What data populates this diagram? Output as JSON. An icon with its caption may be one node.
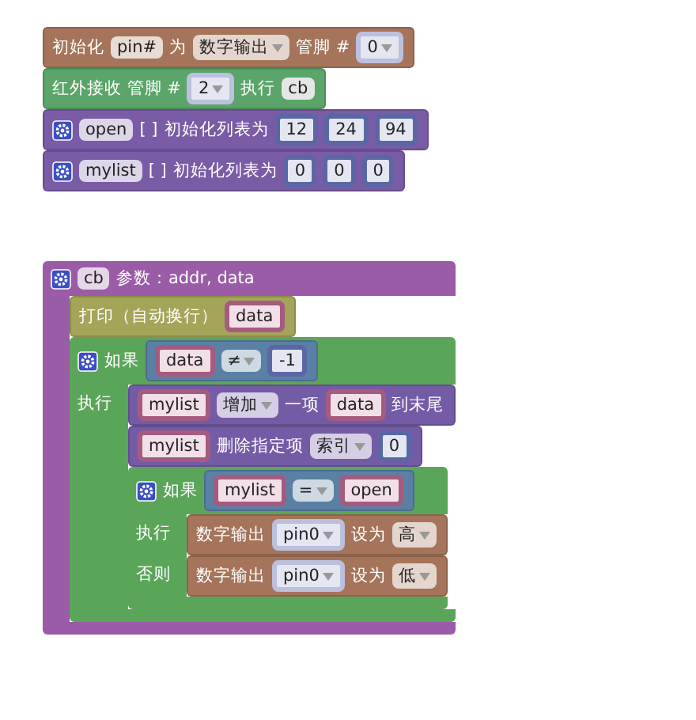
{
  "diagram": {
    "nodes": [
      {
        "text": [
          "初始化",
          "为",
          "管脚 #"
        ]
      },
      {
        "text": [
          "pin#"
        ],
        "in": 0
      },
      {
        "text": [
          "数字输出"
        ],
        "in": 0
      },
      {
        "text": [
          "0"
        ],
        "in": 0
      },
      {
        "text": [
          "红外接收 管脚 #",
          "执行"
        ]
      },
      {
        "text": [
          "2"
        ],
        "in": 4
      },
      {
        "text": [
          "cb"
        ],
        "in": 4
      },
      {
        "text": [
          "[ ]",
          "初始化列表为"
        ]
      },
      {
        "text": [
          "open"
        ],
        "in": 7
      },
      {
        "text": [
          "12"
        ],
        "in": 7
      },
      {
        "text": [
          "24"
        ],
        "in": 7
      },
      {
        "text": [
          "94"
        ],
        "in": 7
      },
      {
        "text": [
          "[ ]",
          "初始化列表为"
        ]
      },
      {
        "text": [
          "mylist"
        ],
        "in": 12
      },
      {
        "text": [
          "0"
        ],
        "in": 12
      },
      {
        "text": [
          "0"
        ],
        "in": 12
      },
      {
        "text": [
          "0"
        ],
        "in": 12
      },
      {
        "text": [
          "参数：addr, data"
        ]
      },
      {
        "text": [
          "cb"
        ],
        "in": 17
      },
      {
        "text": [
          "打印（自动换行）"
        ],
        "in": 17
      },
      {
        "text": [
          "data"
        ],
        "in": 19
      },
      {
        "text": [
          "如果",
          "执行"
        ],
        "in": 17
      },
      {
        "text": [],
        "shape": "box",
        "in": 21
      },
      {
        "text": [
          "data"
        ],
        "in": 22
      },
      {
        "text": [
          "≠"
        ],
        "in": 22
      },
      {
        "text": [
          "-1"
        ],
        "in": 22
      },
      {
        "text": [
          "一项",
          "到末尾"
        ],
        "in": 21
      },
      {
        "text": [
          "mylist"
        ],
        "in": 26
      },
      {
        "text": [
          "增加"
        ],
        "in": 26
      },
      {
        "text": [
          "data"
        ],
        "in": 26
      },
      {
        "text": [
          "删除指定项"
        ],
        "in": 21
      },
      {
        "text": [
          "mylist"
        ],
        "in": 30
      },
      {
        "text": [
          "索引"
        ],
        "in": 30
      },
      {
        "text": [
          "0"
        ],
        "in": 30
      },
      {
        "text": [
          "如果",
          "执行",
          "否则"
        ],
        "in": 21
      },
      {
        "text": [],
        "shape": "box",
        "in": 34
      },
      {
        "text": [
          "mylist"
        ],
        "in": 35
      },
      {
        "text": [
          "="
        ],
        "in": 35
      },
      {
        "text": [
          "open"
        ],
        "in": 35
      },
      {
        "text": [
          "数字输出",
          "设为"
        ],
        "in": 34
      },
      {
        "text": [
          "pin0"
        ],
        "in": 39
      },
      {
        "text": [
          "高"
        ],
        "in": 39
      },
      {
        "text": [
          "数字输出",
          "设为"
        ],
        "in": 34
      },
      {
        "text": [
          "pin0"
        ],
        "in": 42
      },
      {
        "text": [
          "低"
        ],
        "in": 42
      }
    ]
  }
}
